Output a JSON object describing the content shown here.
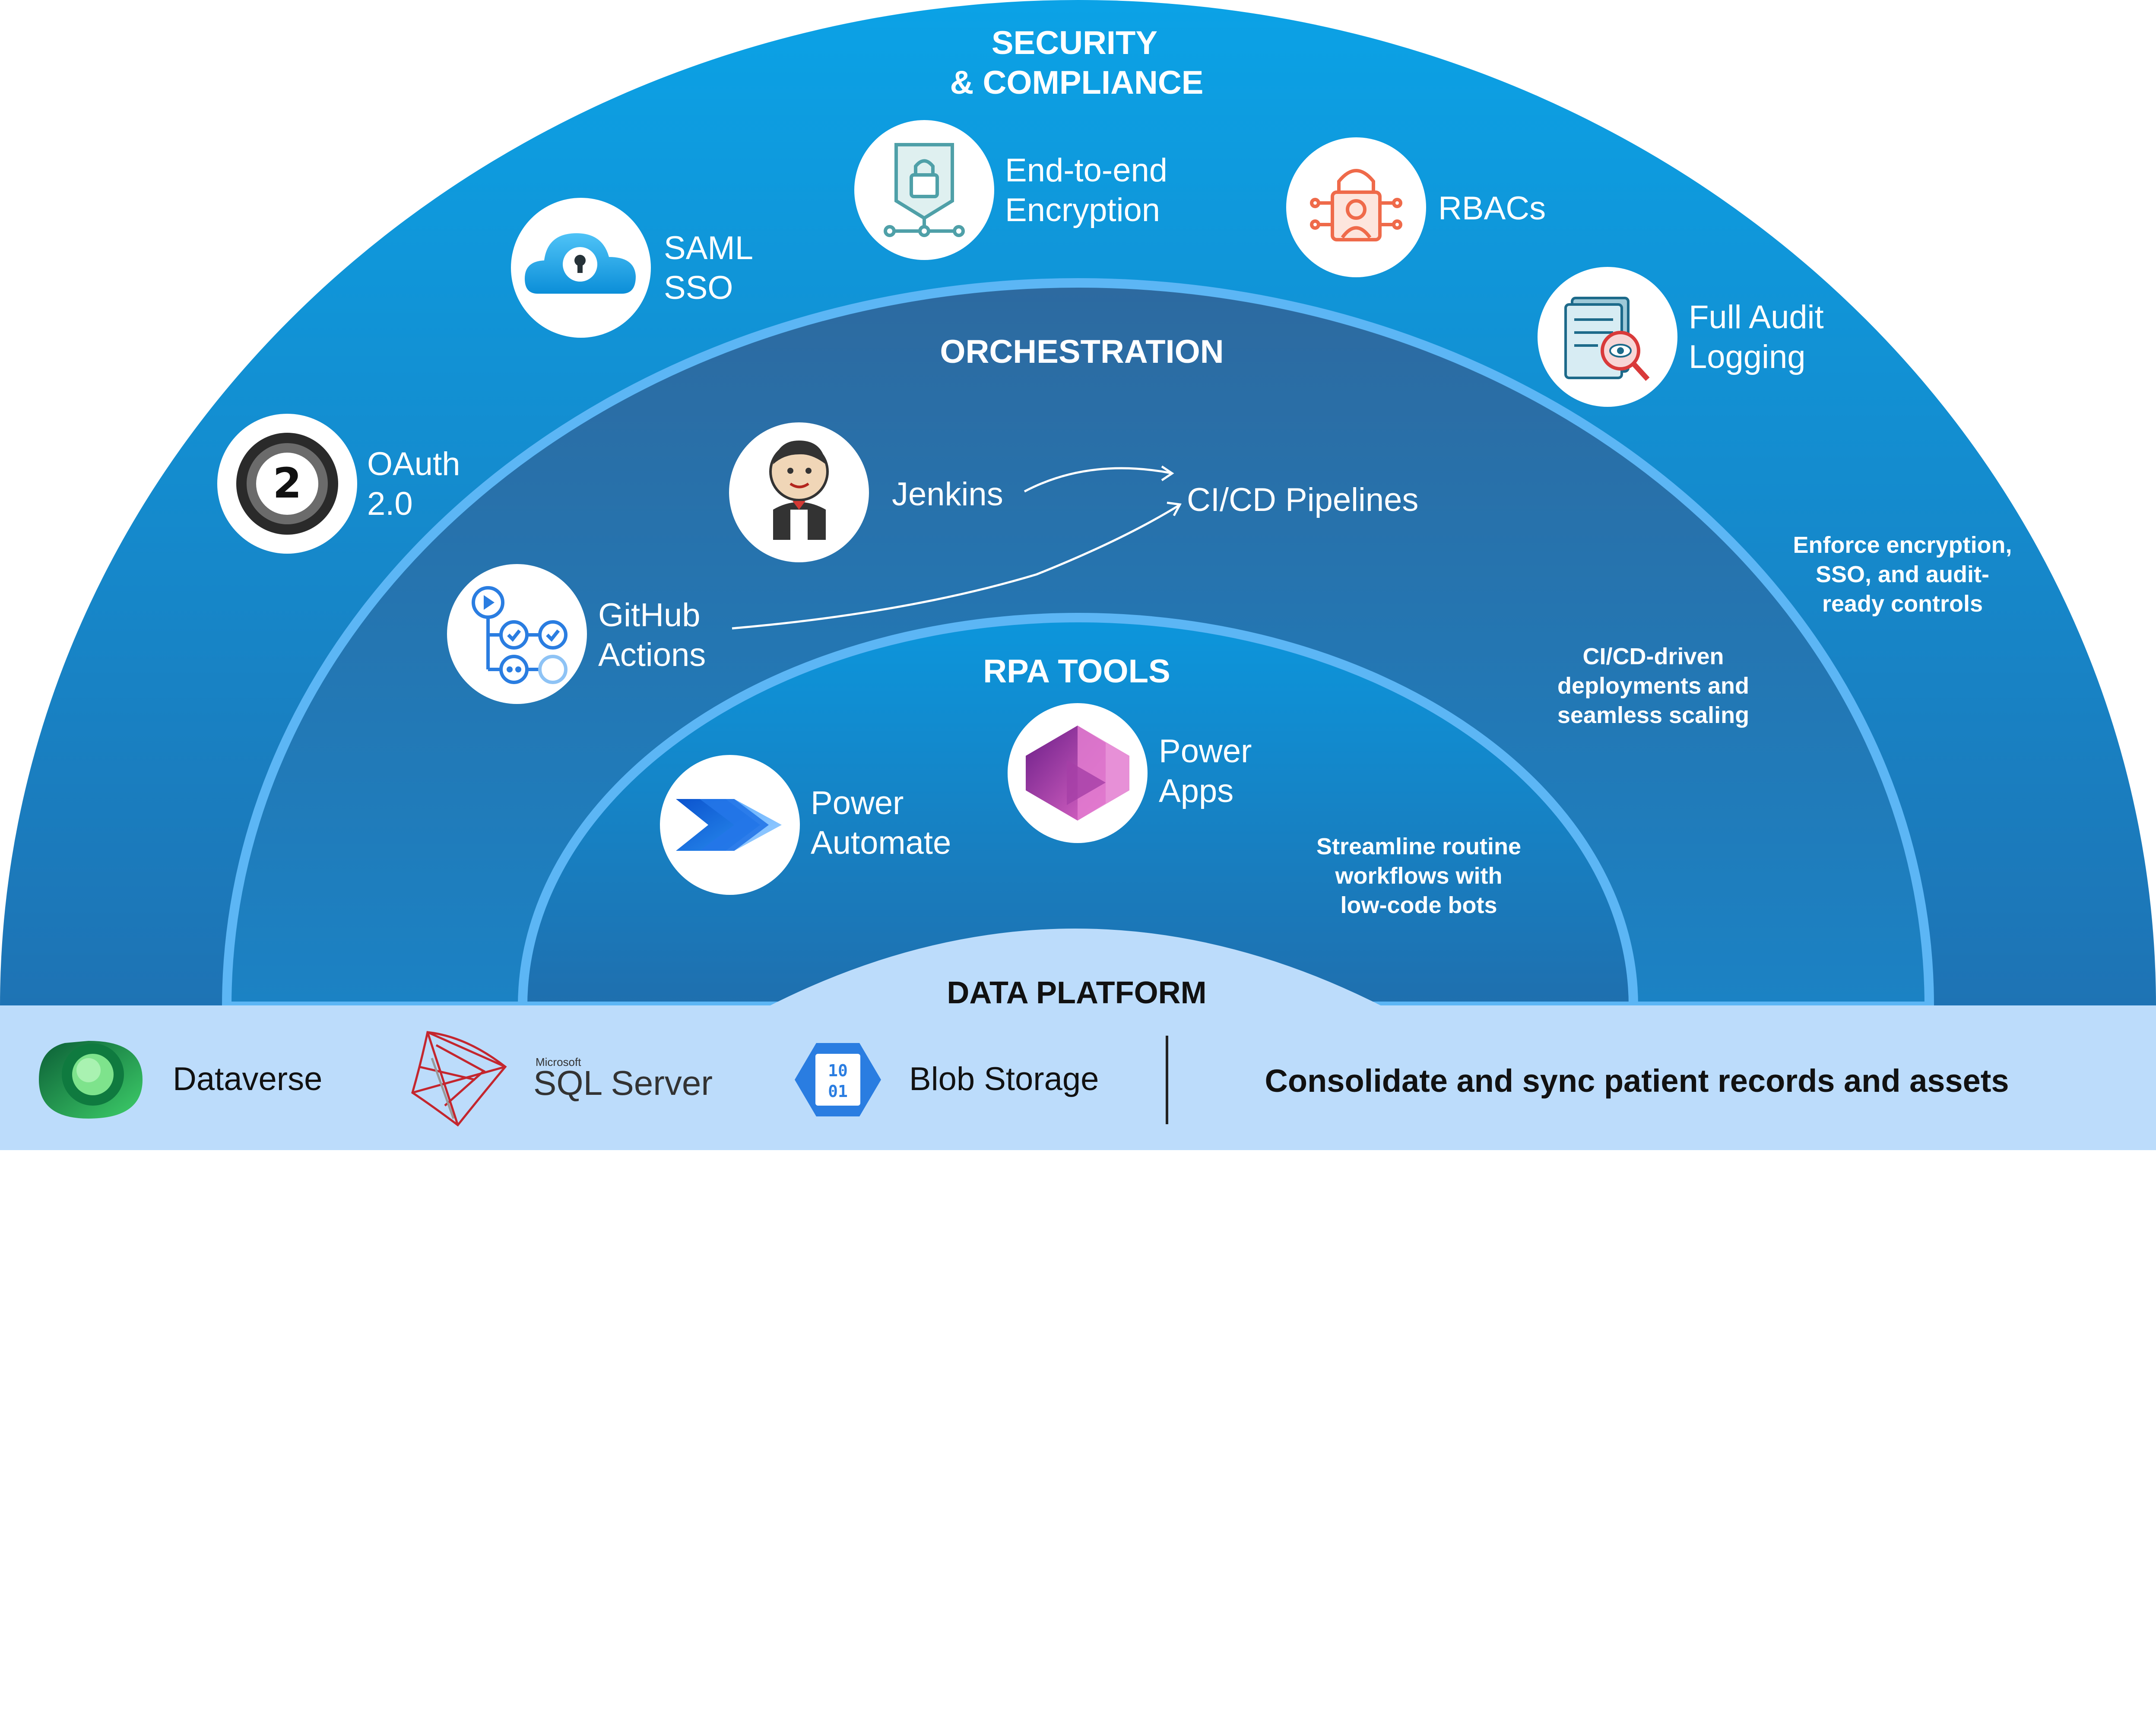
{
  "colors": {
    "outer_ring": "#0a93d8",
    "middle_ring": "#2b6fa8",
    "inner_ring": "#0d8ad1",
    "ring_border": "#5cb6f5",
    "data_platform_bg": "#bcdcfb",
    "text_light": "#ffffff",
    "text_dark": "#111111"
  },
  "security": {
    "title_line1": "SECURITY",
    "title_line2": "& COMPLIANCE",
    "description": [
      "Enforce encryption,",
      "SSO, and audit-",
      "ready controls"
    ],
    "items": {
      "oauth": {
        "line1": "OAuth",
        "line2": "2.0",
        "icon": "oauth-2-icon"
      },
      "saml": {
        "line1": "SAML",
        "line2": "SSO",
        "icon": "cloud-lock-icon"
      },
      "encryption": {
        "line1": "End-to-end",
        "line2": "Encryption",
        "icon": "padlock-network-icon"
      },
      "rbac": {
        "line1": "RBACs",
        "icon": "user-lock-icon"
      },
      "audit": {
        "line1": "Full Audit",
        "line2": "Logging",
        "icon": "document-inspect-icon"
      }
    }
  },
  "orchestration": {
    "title": "ORCHESTRATION",
    "description": [
      "CI/CD-driven",
      "deployments and",
      "seamless scaling"
    ],
    "jenkins": {
      "label": "Jenkins",
      "icon": "jenkins-butler-icon"
    },
    "github": {
      "line1": "GitHub",
      "line2": "Actions",
      "icon": "workflow-icon"
    },
    "target": "CI/CD Pipelines"
  },
  "rpa": {
    "title": "RPA TOOLS",
    "description": [
      "Streamline routine",
      "workflows with",
      "low-code bots"
    ],
    "power_automate": {
      "line1": "Power",
      "line2": "Automate",
      "icon": "power-automate-icon"
    },
    "power_apps": {
      "line1": "Power",
      "line2": "Apps",
      "icon": "power-apps-icon"
    }
  },
  "data_platform": {
    "title": "DATA PLATFORM",
    "dataverse": {
      "label": "Dataverse",
      "icon": "dataverse-icon"
    },
    "sql_server": {
      "brand_small": "Microsoft",
      "label": "SQL Server",
      "icon": "sql-server-icon"
    },
    "blob": {
      "label": "Blob Storage",
      "icon_text_1": "10",
      "icon_text_2": "01",
      "icon": "blob-storage-icon"
    },
    "description": "Consolidate and sync patient records and assets"
  }
}
